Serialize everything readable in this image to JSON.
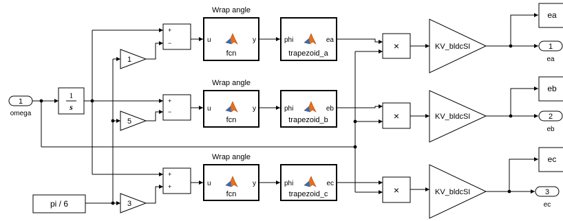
{
  "colors": {
    "line": "#000000",
    "block_fill": "#ffffff",
    "matlab_logo": "#e86f1e"
  },
  "wrap_label": "Wrap angle",
  "inports": [
    {
      "number": "1",
      "name": "omega"
    }
  ],
  "integrator": {
    "numerator": "1",
    "denominator": "s"
  },
  "constant": {
    "value": "pi / 6"
  },
  "gains": [
    "1",
    "5",
    "3"
  ],
  "sum_signs": [
    "+",
    "−"
  ],
  "sum_signs_c": [
    "+",
    "+"
  ],
  "fcn": {
    "in_port": "u",
    "out_port": "y",
    "name": "fcn"
  },
  "trapezoid_blocks": [
    {
      "in_port": "phi",
      "out_port": "ea",
      "name": "trapezoid_a"
    },
    {
      "in_port": "phi",
      "out_port": "eb",
      "name": "trapezoid_b"
    },
    {
      "in_port": "phi",
      "out_port": "ec",
      "name": "trapezoid_c"
    }
  ],
  "product_symbol": "×",
  "kv_gain": "KV_bldcSI",
  "goto_tags": [
    "ea",
    "eb",
    "ec"
  ],
  "outports": [
    {
      "number": "1",
      "name": "ea"
    },
    {
      "number": "2",
      "name": "eb"
    },
    {
      "number": "3",
      "name": "ec"
    }
  ]
}
